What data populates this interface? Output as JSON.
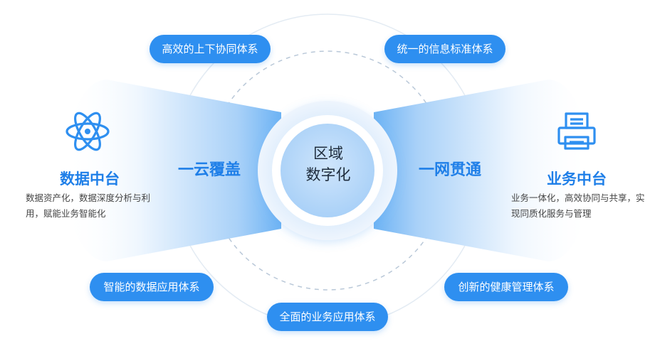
{
  "center": {
    "line1": "区域",
    "line2": "数字化"
  },
  "wings": {
    "left_label": "一云覆盖",
    "right_label": "一网贯通"
  },
  "left_panel": {
    "icon": "atom-icon",
    "title": "数据中台",
    "description": "数据资产化，数据深度分析与利用，赋能业务智能化"
  },
  "right_panel": {
    "icon": "printer-icon",
    "title": "业务中台",
    "description": "业务一体化，高效协同与共享，实现同质化服务与管理"
  },
  "systems": {
    "top_left": "高效的上下协同体系",
    "top_right": "统一的信息标准体系",
    "bottom_left": "智能的数据应用体系",
    "bottom_right": "创新的健康管理体系",
    "bottom_center": "全面的业务应用体系"
  },
  "colors": {
    "accent": "#2e8ff0",
    "title_blue": "#1f7fe8",
    "wing_light": "#eaf4fe",
    "wing_dark": "#5aa8f2"
  }
}
